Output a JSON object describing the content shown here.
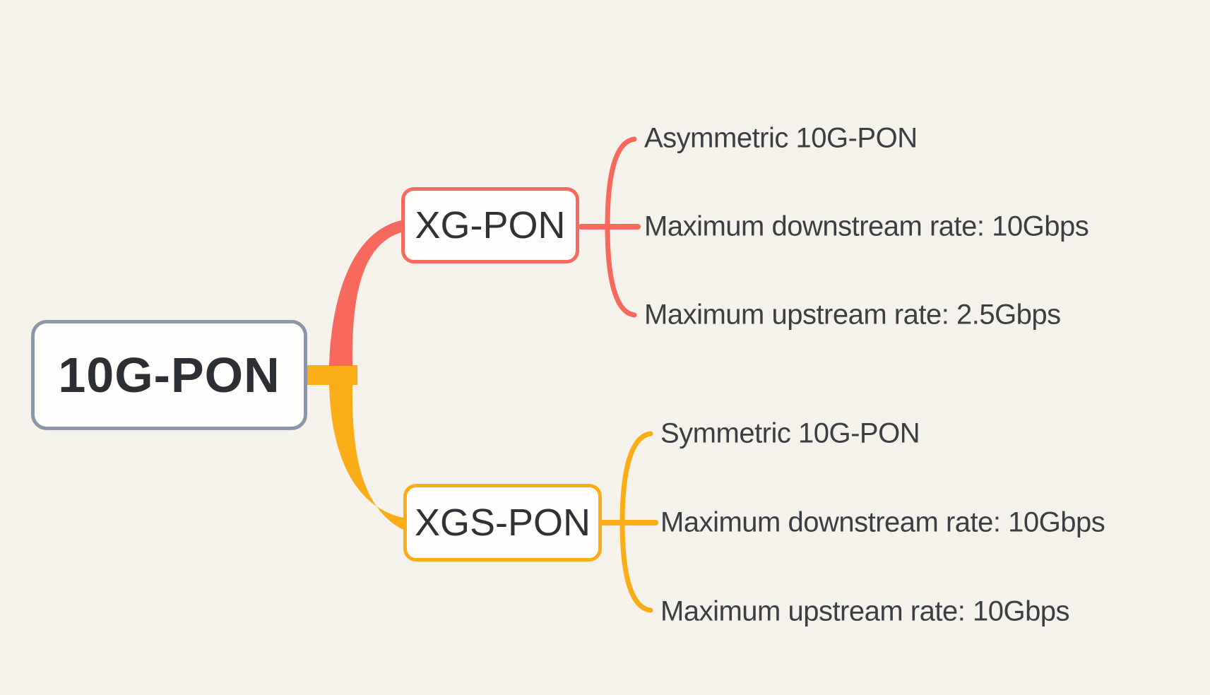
{
  "canvas": {
    "background": "#f5f2ec"
  },
  "palette": {
    "root_border": "#8b96a9",
    "xg_branch_color": "#f7695c",
    "xgs_branch_color": "#fbad18",
    "node_fill": "#fffefd",
    "text_color": "#3b3e42"
  },
  "mindmap": {
    "root": {
      "label": "10G-PON"
    },
    "branches": [
      {
        "label": "XG-PON",
        "color": "#f7695c",
        "children": [
          "Asymmetric 10G-PON",
          "Maximum downstream rate: 10Gbps",
          "Maximum upstream rate: 2.5Gbps"
        ]
      },
      {
        "label": "XGS-PON",
        "color": "#fbad18",
        "children": [
          "Symmetric 10G-PON",
          "Maximum downstream rate: 10Gbps",
          "Maximum upstream rate: 10Gbps"
        ]
      }
    ]
  }
}
